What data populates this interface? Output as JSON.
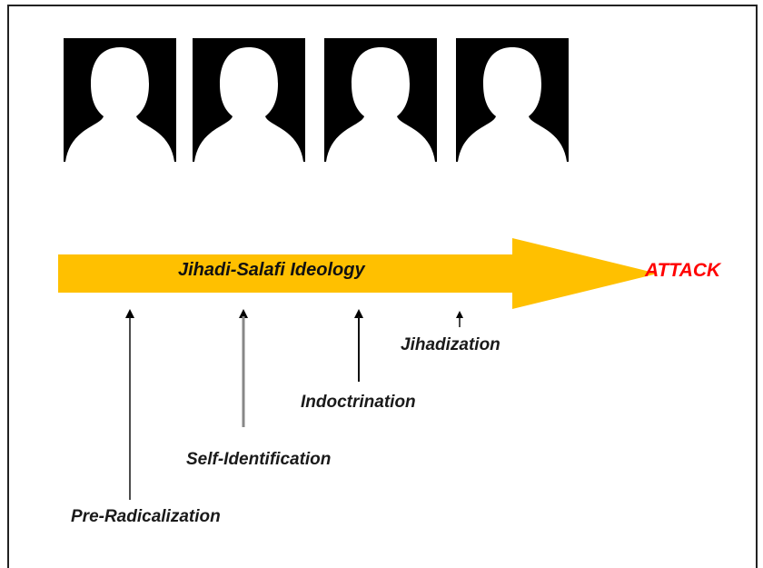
{
  "diagram": {
    "silhouette_count": 4,
    "ideology_arrow": {
      "label": "Jihadi-Salafi Ideology",
      "color": "#FFC000"
    },
    "attack": {
      "label": "ATTACK",
      "color": "#FF0000"
    },
    "stages": [
      {
        "label": "Pre-Radicalization"
      },
      {
        "label": "Self-Identification"
      },
      {
        "label": "Indoctrination"
      },
      {
        "label": "Jihadization"
      }
    ]
  }
}
